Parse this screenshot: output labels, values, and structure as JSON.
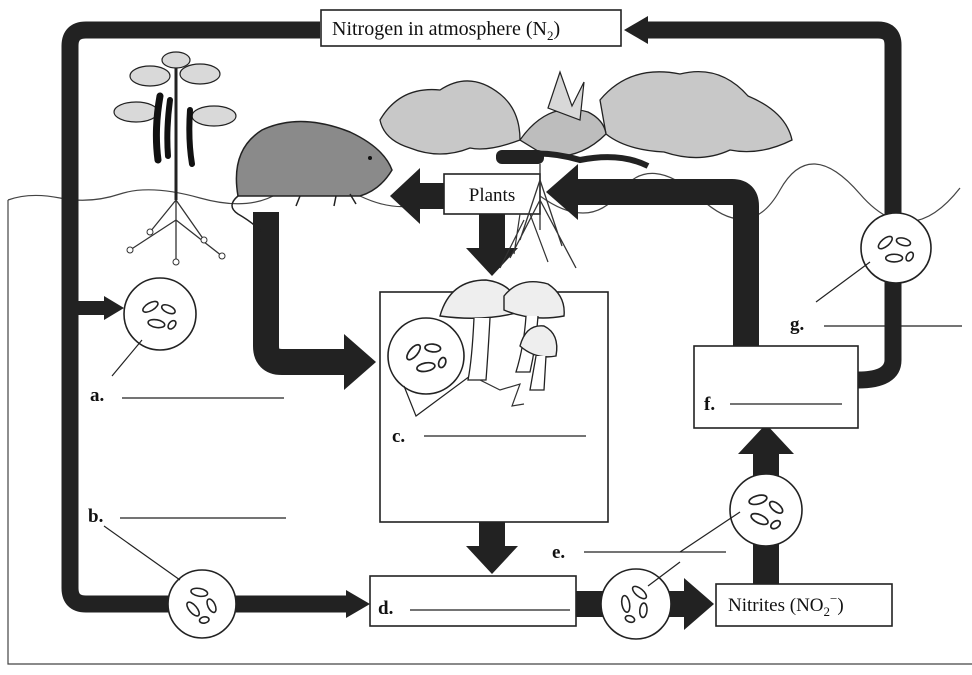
{
  "atmosphere": {
    "label_main": "Nitrogen in atmosphere (N",
    "label_sub": "2",
    "label_end": ")"
  },
  "plants": {
    "label": "Plants"
  },
  "nitrites": {
    "label_main": "Nitrites (NO",
    "label_sub": "2",
    "label_sup": "−",
    "label_end": ")"
  },
  "blanks": {
    "a": "a.",
    "b": "b.",
    "c": "c.",
    "d": "d.",
    "e": "e.",
    "f": "f.",
    "g": "g."
  },
  "colors": {
    "ink": "#222222",
    "foliage": "#c8c8c8",
    "animal": "#8a8a8a",
    "paper": "#ffffff"
  },
  "illustrations": [
    "pepper-plant-icon",
    "mole-icon",
    "squash-plant-icon",
    "mushrooms-icon",
    "bacteria-icon"
  ]
}
